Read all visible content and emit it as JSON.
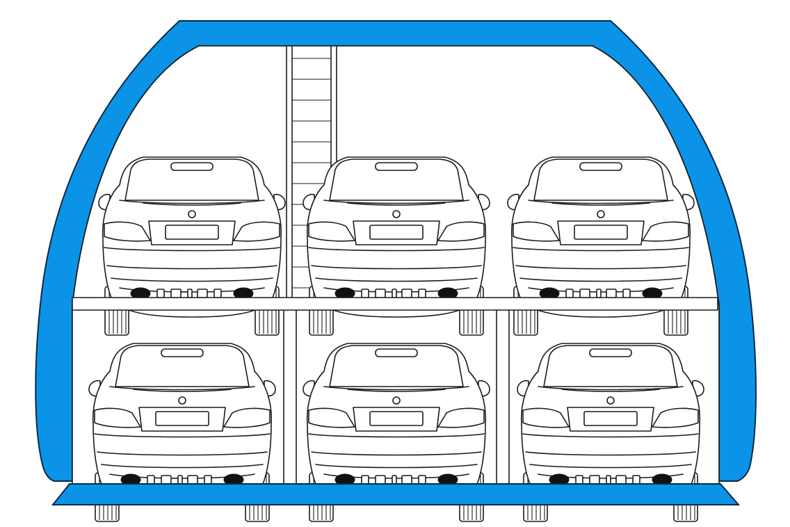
{
  "diagram": {
    "type": "two-level stacked parking system (rear view of cars)",
    "levels": [
      {
        "name": "upper",
        "slots": 3
      },
      {
        "name": "lower",
        "slots": 3
      }
    ],
    "has_ladder": true
  },
  "colors": {
    "structure_blue": "#0b93e8",
    "outline": "#1a1a1a",
    "background": "#ffffff"
  }
}
